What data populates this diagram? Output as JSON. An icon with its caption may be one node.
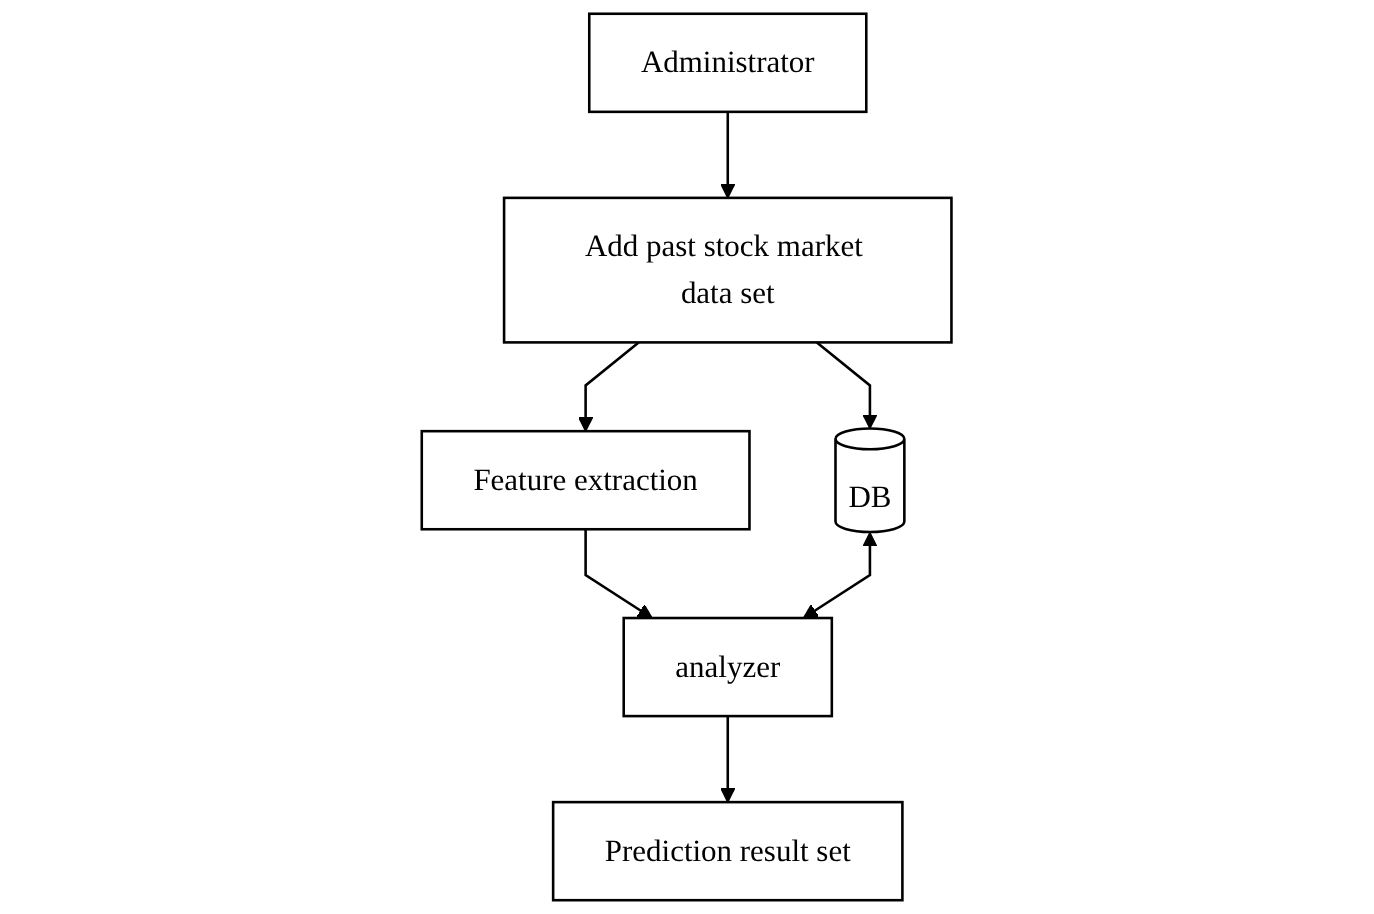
{
  "diagram": {
    "nodes": [
      {
        "text": [
          "Administrator"
        ]
      },
      {
        "text": [
          "Add past stock market data set"
        ]
      },
      {
        "text": [
          "Feature extraction"
        ]
      },
      {
        "text": [
          "analyzer"
        ]
      },
      {
        "text": [
          "Prediction result set"
        ]
      },
      {
        "text": [
          "DB"
        ]
      }
    ],
    "edges": [
      {
        "from": 0,
        "to": 1,
        "arrow": "to"
      },
      {
        "from": 1,
        "to": 2,
        "arrow": "to"
      },
      {
        "from": 2,
        "to": 3,
        "arrow": "to"
      },
      {
        "from": 3,
        "to": 4,
        "arrow": "to"
      },
      {
        "from": 1,
        "to": 5,
        "arrow": "to"
      },
      {
        "from": 5,
        "to": 3,
        "arrow": "both"
      }
    ]
  }
}
